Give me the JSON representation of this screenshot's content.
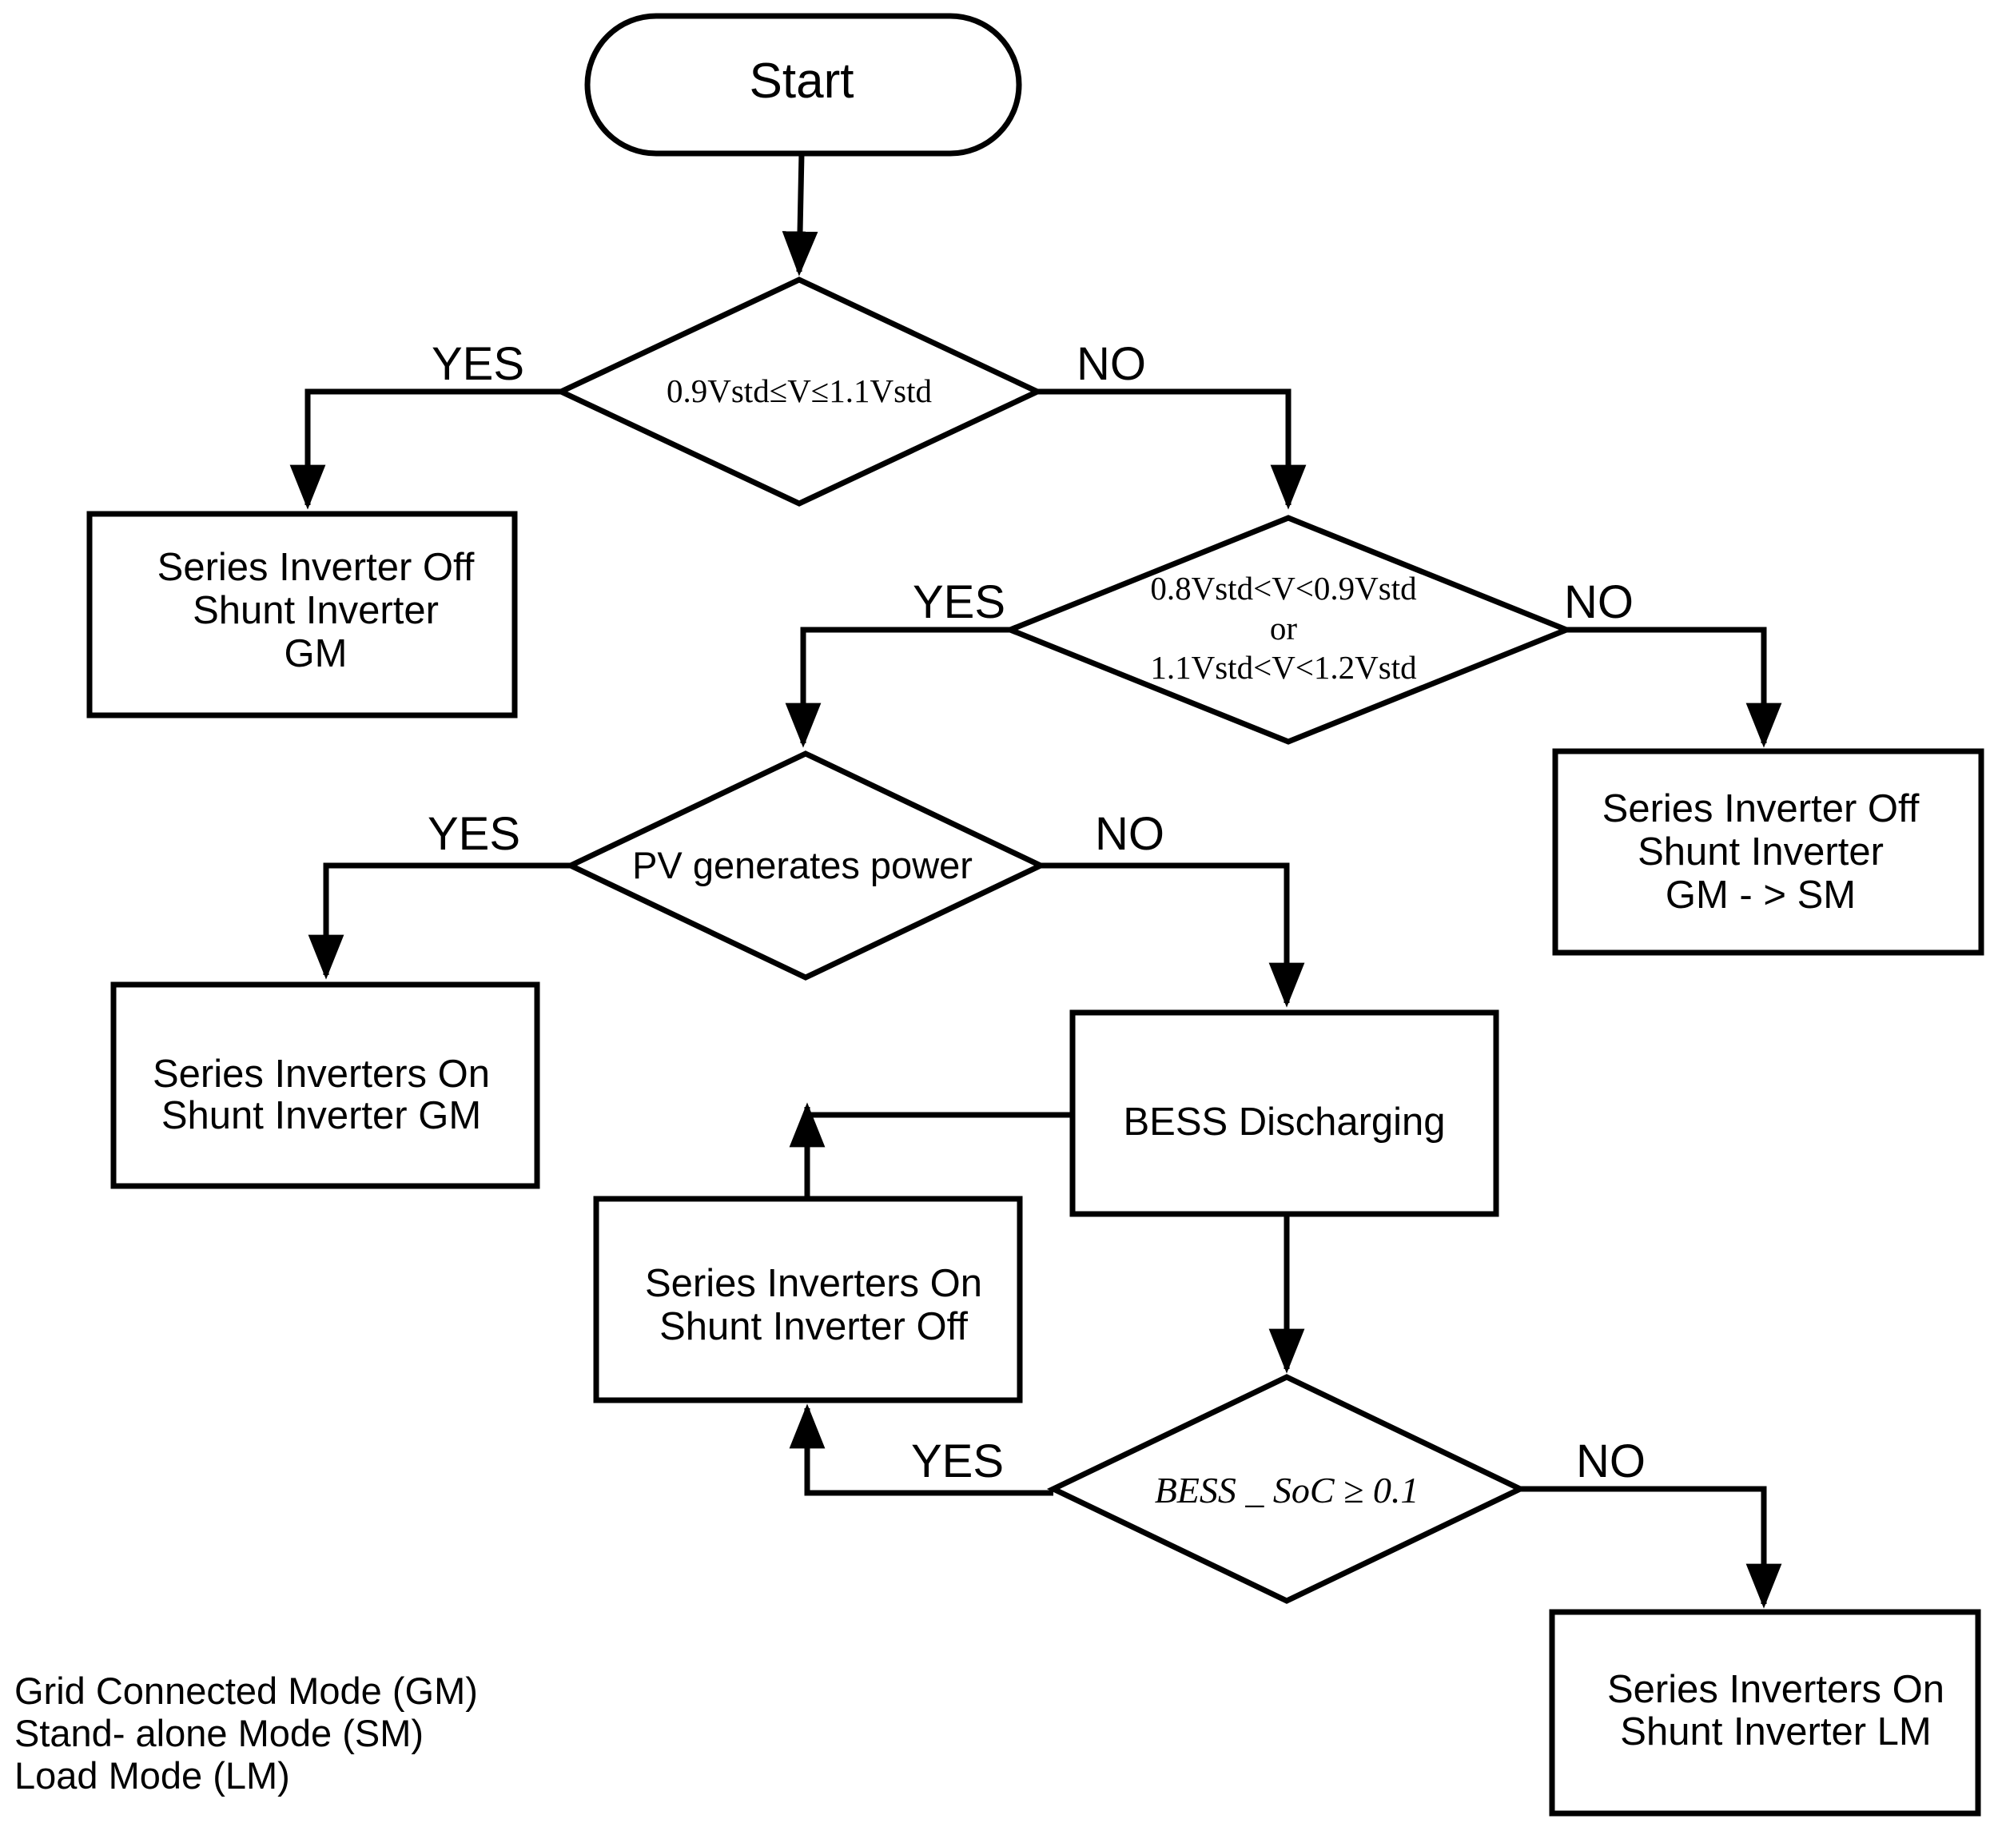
{
  "flowchart": {
    "start_label": "Start",
    "decision1": {
      "condition": "0.9Vstd≤V≤1.1Vstd",
      "yes_label": "YES",
      "no_label": "NO"
    },
    "box_grid_mode": {
      "line1": "Series Inverter Off",
      "line2": "Shunt Inverter",
      "line3": "GM"
    },
    "decision2": {
      "line1": "0.8Vstd<V<0.9Vstd",
      "line2": "or",
      "line3": "1.1Vstd<V<1.2Vstd",
      "yes_label": "YES",
      "no_label": "NO"
    },
    "box_standalone": {
      "line1": "Series Inverter Off",
      "line2": "Shunt Inverter",
      "line3": "GM - > SM"
    },
    "decision3": {
      "condition": "PV generates power",
      "yes_label": "YES",
      "no_label": "NO"
    },
    "box_pv_on": {
      "line1": "Series Inverters On",
      "line2": "Shunt Inverter GM"
    },
    "box_bess_discharging": {
      "label": "BESS Discharging"
    },
    "box_shunt_off": {
      "line1": "Series Inverters On",
      "line2": "Shunt Inverter Off"
    },
    "decision4": {
      "condition": "BESS _ SoC ≥ 0.1",
      "yes_label": "YES",
      "no_label": "NO"
    },
    "box_load_mode": {
      "line1": "Series Inverters On",
      "line2": "Shunt Inverter LM"
    }
  },
  "legend": {
    "line1": "Grid Connected Mode (GM)",
    "line2": "Stand- alone Mode (SM)",
    "line3": "Load Mode (LM)"
  }
}
